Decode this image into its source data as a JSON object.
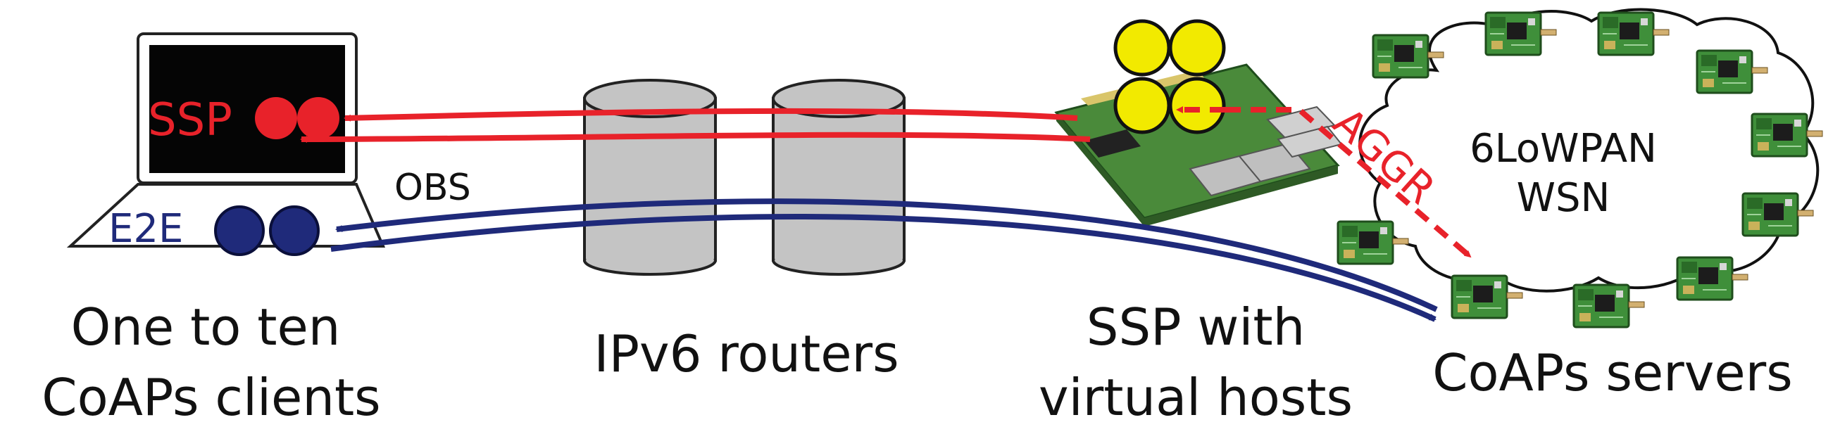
{
  "labels": {
    "ssp_on_laptop": "SSP",
    "e2e_on_laptop": "E2E",
    "obs": "OBS",
    "aggr": "AGGR",
    "wsn_line1": "6LoWPAN",
    "wsn_line2": "WSN"
  },
  "captions": {
    "clients_line1": "One to ten",
    "clients_line2": "CoAPs clients",
    "routers": "IPv6 routers",
    "ssp_line1": "SSP with",
    "ssp_line2": "virtual hosts",
    "servers": "CoAPs servers"
  },
  "colors": {
    "ssp_red": "#e8222a",
    "e2e_blue": "#1f2a7a",
    "virtual_host_yellow": "#f2ea00",
    "router_grey": "#c4c4c4",
    "pcb_green": "#3f8f3a"
  },
  "icons": {
    "client": "laptop-icon",
    "router": "router-cylinder-icon",
    "ssp_board": "raspberry-pi-board-icon",
    "server": "sensor-node-icon",
    "network": "cloud-icon"
  }
}
